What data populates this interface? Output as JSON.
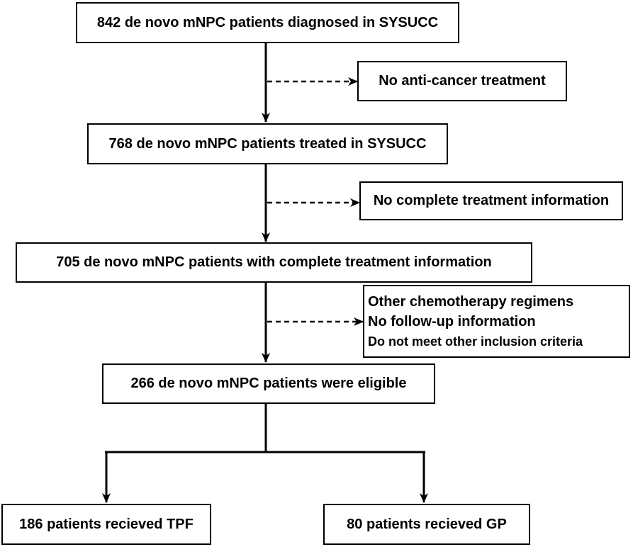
{
  "flowchart": {
    "diagnosed": "842 de novo mNPC patients diagnosed in SYSUCC",
    "excluded_no_treatment": "No anti-cancer treatment",
    "treated": "768 de novo mNPC patients treated in SYSUCC",
    "excluded_incomplete_info": "No complete treatment information",
    "complete_info": "705 de novo mNPC patients with complete treatment information",
    "excluded_other": [
      "Other chemotherapy regimens",
      "No follow-up information",
      "Do not meet other inclusion criteria"
    ],
    "eligible": "266 de novo mNPC patients were eligible",
    "tpf_group": "186 patients recieved TPF",
    "gp_group": "80 patients recieved GP"
  },
  "colors": {
    "line": "#000000",
    "box_border": "#000000",
    "text": "#000000",
    "background": "#ffffff"
  }
}
